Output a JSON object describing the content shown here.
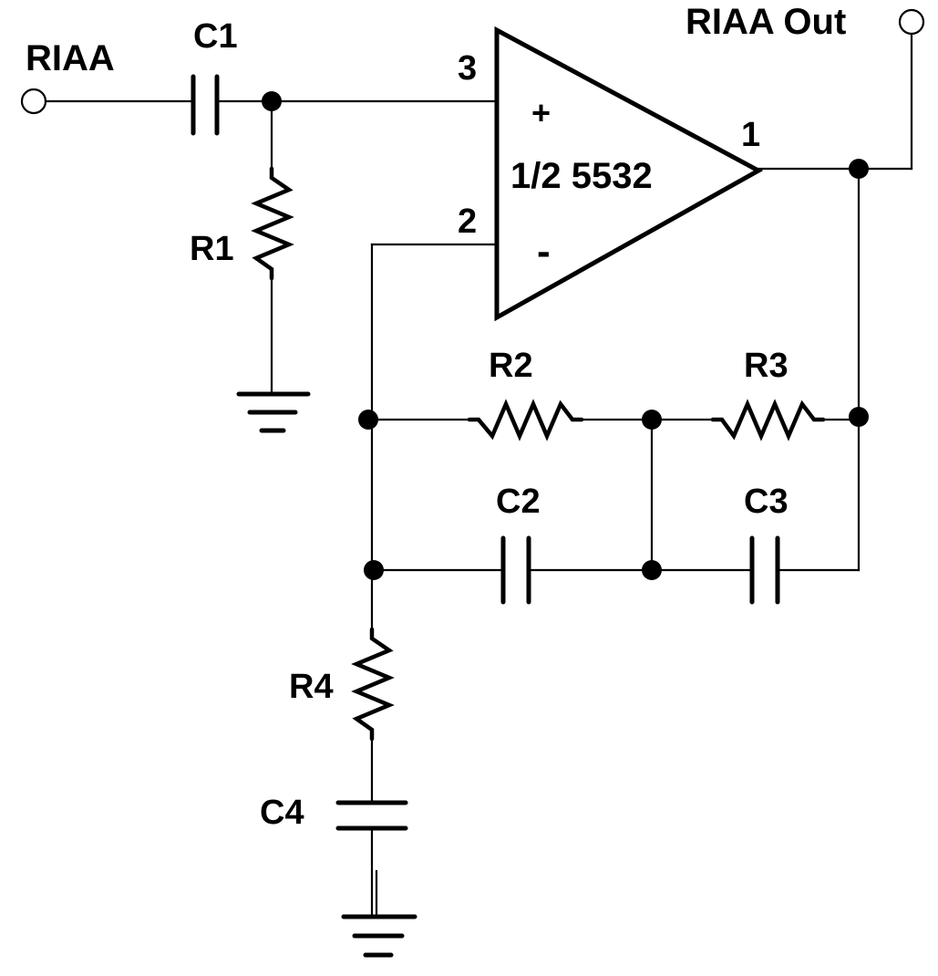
{
  "schematic": {
    "input_label": "RIAA",
    "output_label": "RIAA Out",
    "opamp": {
      "label": "1/2 5532",
      "plus_sign": "+",
      "minus_sign": "-",
      "pin_noninverting": "3",
      "pin_inverting": "2",
      "pin_output": "1"
    },
    "components": {
      "c1": "C1",
      "r1": "R1",
      "r2": "R2",
      "r3": "R3",
      "c2": "C2",
      "c3": "C3",
      "r4": "R4",
      "c4": "C4"
    }
  }
}
